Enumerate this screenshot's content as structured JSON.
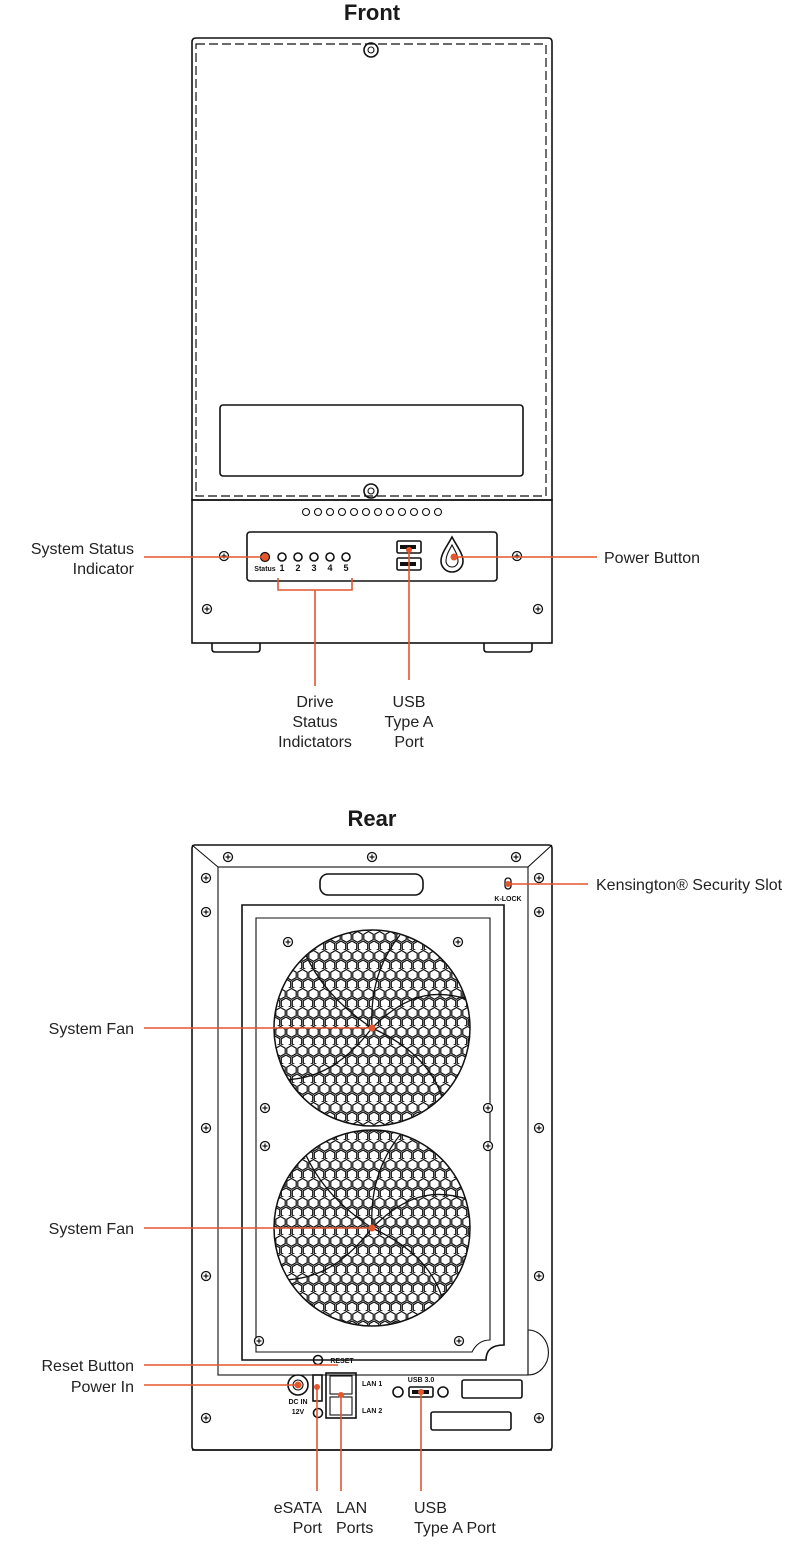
{
  "front": {
    "title": "Front",
    "led_caption": "Status",
    "bay_numbers": [
      "1",
      "2",
      "3",
      "4",
      "5"
    ],
    "callouts": {
      "system_status": [
        "System Status",
        "Indicator"
      ],
      "power_button": [
        "Power Button"
      ],
      "drive_status": [
        "Drive",
        "Status",
        "Indictators"
      ],
      "usb": [
        "USB",
        "Type A",
        "Port"
      ]
    }
  },
  "rear": {
    "title": "Rear",
    "port_labels": {
      "klock": "K-LOCK",
      "reset": "RESET",
      "dc_in": "DC IN",
      "dc_volt": "12V",
      "lan1": "LAN 1",
      "lan2": "LAN 2",
      "usb": "USB 3.0"
    },
    "callouts": {
      "kensington": "Kensington® Security Slot",
      "fan_top": "System Fan",
      "fan_bottom": "System Fan",
      "reset": "Reset Button",
      "power_in": "Power In",
      "esata": [
        "eSATA",
        "Port"
      ],
      "lan": [
        "LAN",
        "Ports"
      ],
      "usb": [
        "USB",
        "Type A Port"
      ]
    }
  },
  "colors": {
    "callout": "#e4572e",
    "line": "#111111"
  }
}
